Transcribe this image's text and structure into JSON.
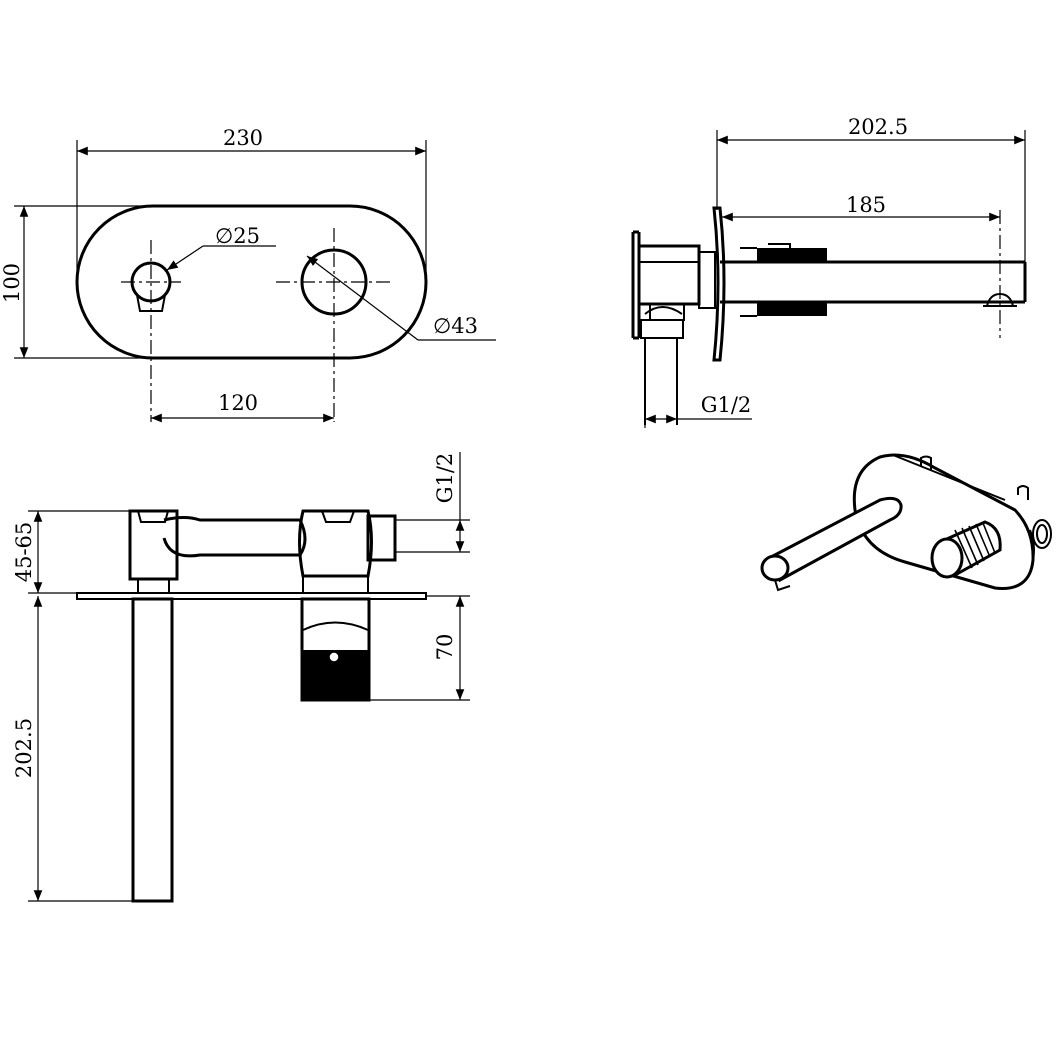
{
  "front_view": {
    "width_dim": "230",
    "height_dim": "100",
    "small_dia_dim": "∅25",
    "large_dia_dim": "∅43",
    "spacing_dim": "120"
  },
  "side_view": {
    "overall_length_dim": "202.5",
    "spout_length_dim": "185",
    "thread_dim": "G1/2"
  },
  "top_view": {
    "thread_dim": "G1/2",
    "depth_range_dim": "45-65",
    "body_depth_dim": "70",
    "spout_length_dim": "202.5"
  }
}
